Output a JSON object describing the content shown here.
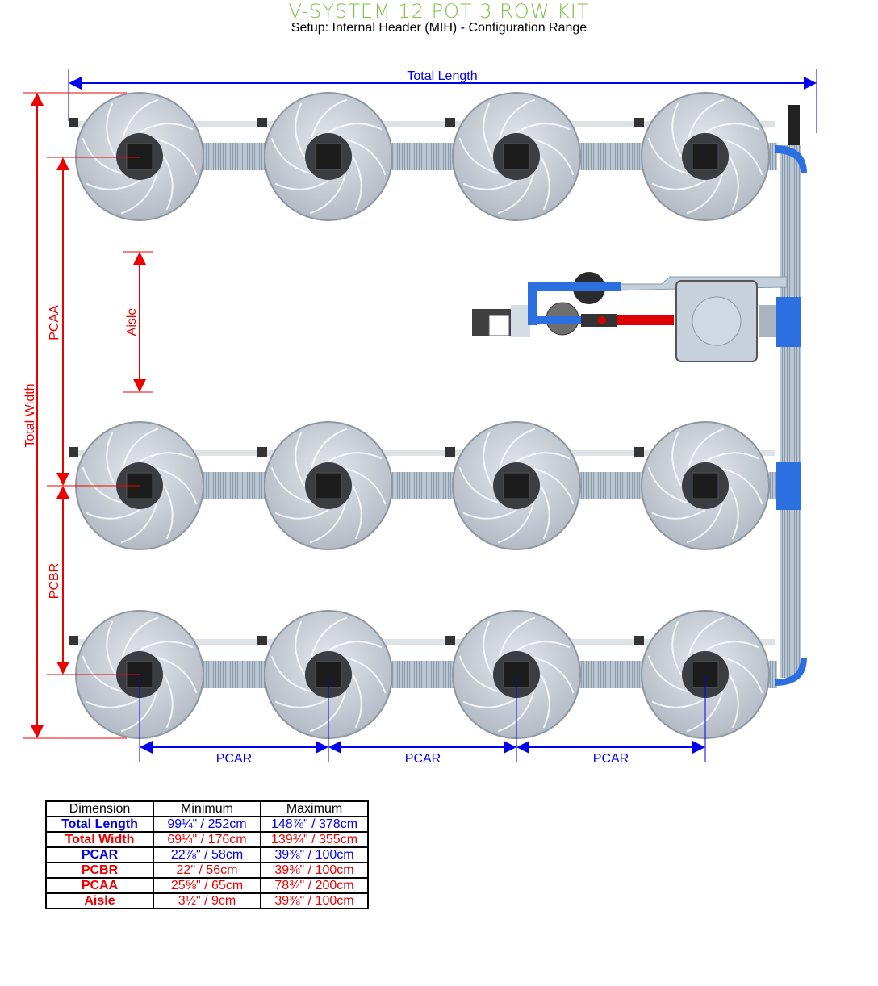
{
  "header": {
    "title": "V-SYSTEM 12 POT 3 ROW KIT",
    "subtitle": "Setup: Internal Header (MIH) - Configuration Range"
  },
  "labels": {
    "total_length": "Total Length",
    "total_width": "Total Width",
    "pcaa": "PCAA",
    "aisle": "Aisle",
    "pcbr": "PCBR",
    "pcar": "PCAR"
  },
  "colors": {
    "title": "#7dc242",
    "length_dims": "#0000ee",
    "width_dims": "#ee0000"
  },
  "table": {
    "headers": [
      "Dimension",
      "Minimum",
      "Maximum"
    ],
    "rows": [
      {
        "name": "Total Length",
        "min": "99¼\" / 252cm",
        "max": "148⅞\" / 378cm",
        "color": "blue"
      },
      {
        "name": "Total Width",
        "min": "69¼\" / 176cm",
        "max": "139¾\" / 355cm",
        "color": "red"
      },
      {
        "name": "PCAR",
        "min": "22⅞\" / 58cm",
        "max": "39⅜\" / 100cm",
        "color": "blue"
      },
      {
        "name": "PCBR",
        "min": "22\" / 56cm",
        "max": "39⅜\" / 100cm",
        "color": "red"
      },
      {
        "name": "PCAA",
        "min": "25⅝\" / 65cm",
        "max": "78¾\" / 200cm",
        "color": "red"
      },
      {
        "name": "Aisle",
        "min": "3½\" / 9cm",
        "max": "39⅜\" / 100cm",
        "color": "red"
      }
    ]
  },
  "layout": {
    "rows": 3,
    "pots_per_row": 4
  }
}
